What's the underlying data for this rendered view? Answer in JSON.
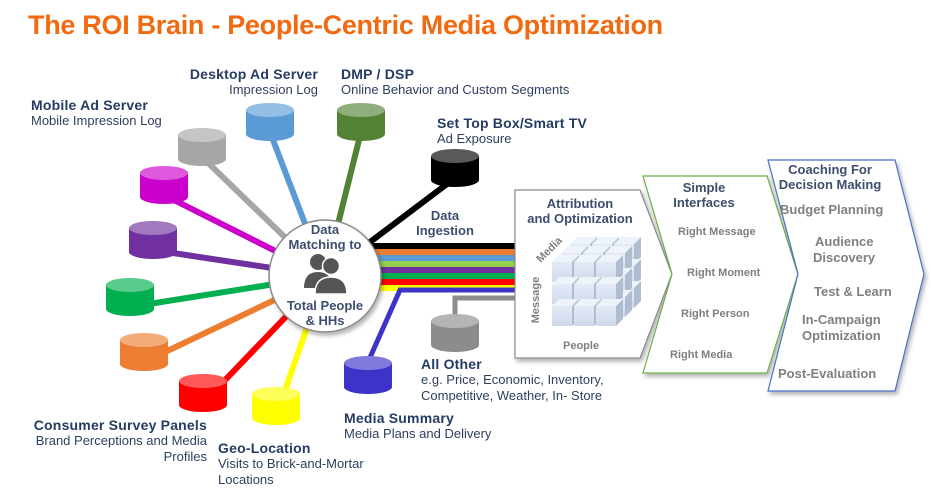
{
  "title": "The ROI Brain - People-Centric Media Optimization",
  "colors": {
    "title": "#f26a10",
    "label_heading": "#263b63",
    "attribution_border": "#8a8a8a",
    "interfaces_border": "#70ad47",
    "coaching_border": "#4472c4"
  },
  "hub": {
    "line1": "Data",
    "line2": "Matching to",
    "line3": "Total People",
    "line4": "& HHs",
    "icon": "people-icon"
  },
  "ingestion": {
    "line1": "Data",
    "line2": "Ingestion"
  },
  "sources": [
    {
      "id": "mobile-ad-server",
      "heading": "Mobile Ad Server",
      "sub": "Mobile Impression Log",
      "color": "#a6a6a6"
    },
    {
      "id": "desktop-ad-server",
      "heading": "Desktop Ad Server",
      "sub": "Impression Log",
      "color": "#5b9bd5"
    },
    {
      "id": "dmp-dsp",
      "heading": "DMP / DSP",
      "sub": "Online Behavior and Custom Segments",
      "color": "#548235"
    },
    {
      "id": "set-top-box",
      "heading": "Set Top Box/Smart TV",
      "sub": "Ad Exposure",
      "color": "#000000"
    },
    {
      "id": "magenta-source",
      "heading": "",
      "sub": "",
      "color": "#cc00cc"
    },
    {
      "id": "purple-source",
      "heading": "",
      "sub": "",
      "color": "#7030a0"
    },
    {
      "id": "green-source",
      "heading": "",
      "sub": "",
      "color": "#00b050"
    },
    {
      "id": "orange-source",
      "heading": "",
      "sub": "",
      "color": "#ed7d31"
    },
    {
      "id": "consumer-survey-panels",
      "heading": "Consumer Survey Panels",
      "sub1": "Brand Perceptions and Media",
      "sub2": "Profiles",
      "color": "#ff0000"
    },
    {
      "id": "geo-location",
      "heading": "Geo-Location",
      "sub1": "Visits to Brick-and-Mortar",
      "sub2": "Locations",
      "color": "#ffff00"
    },
    {
      "id": "media-summary",
      "heading": "Media Summary",
      "sub": "Media Plans and Delivery",
      "color": "#3c33c8"
    },
    {
      "id": "all-other",
      "heading": "All Other",
      "sub1": "e.g. Price, Economic, Inventory,",
      "sub2": "Competitive, Weather, In- Store",
      "color": "#8c8c8c"
    }
  ],
  "stripes": [
    "#000000",
    "#ed7d31",
    "#5b9bd5",
    "#92d050",
    "#7030a0",
    "#00b050",
    "#ff0000",
    "#ffff00",
    "#3c33c8"
  ],
  "attribution": {
    "title1": "Attribution",
    "title2": "and Optimization",
    "axis_media": "Media",
    "axis_message": "Message",
    "axis_people": "People"
  },
  "interfaces": {
    "title1": "Simple",
    "title2": "Interfaces",
    "items": [
      "Right Message",
      "Right Moment",
      "Right Person",
      "Right Media"
    ]
  },
  "coaching": {
    "title1": "Coaching For",
    "title2": "Decision Making",
    "items": [
      "Budget Planning",
      "Audience",
      "Discovery",
      "Test & Learn",
      "In-Campaign",
      "Optimization",
      "Post-Evaluation"
    ]
  }
}
